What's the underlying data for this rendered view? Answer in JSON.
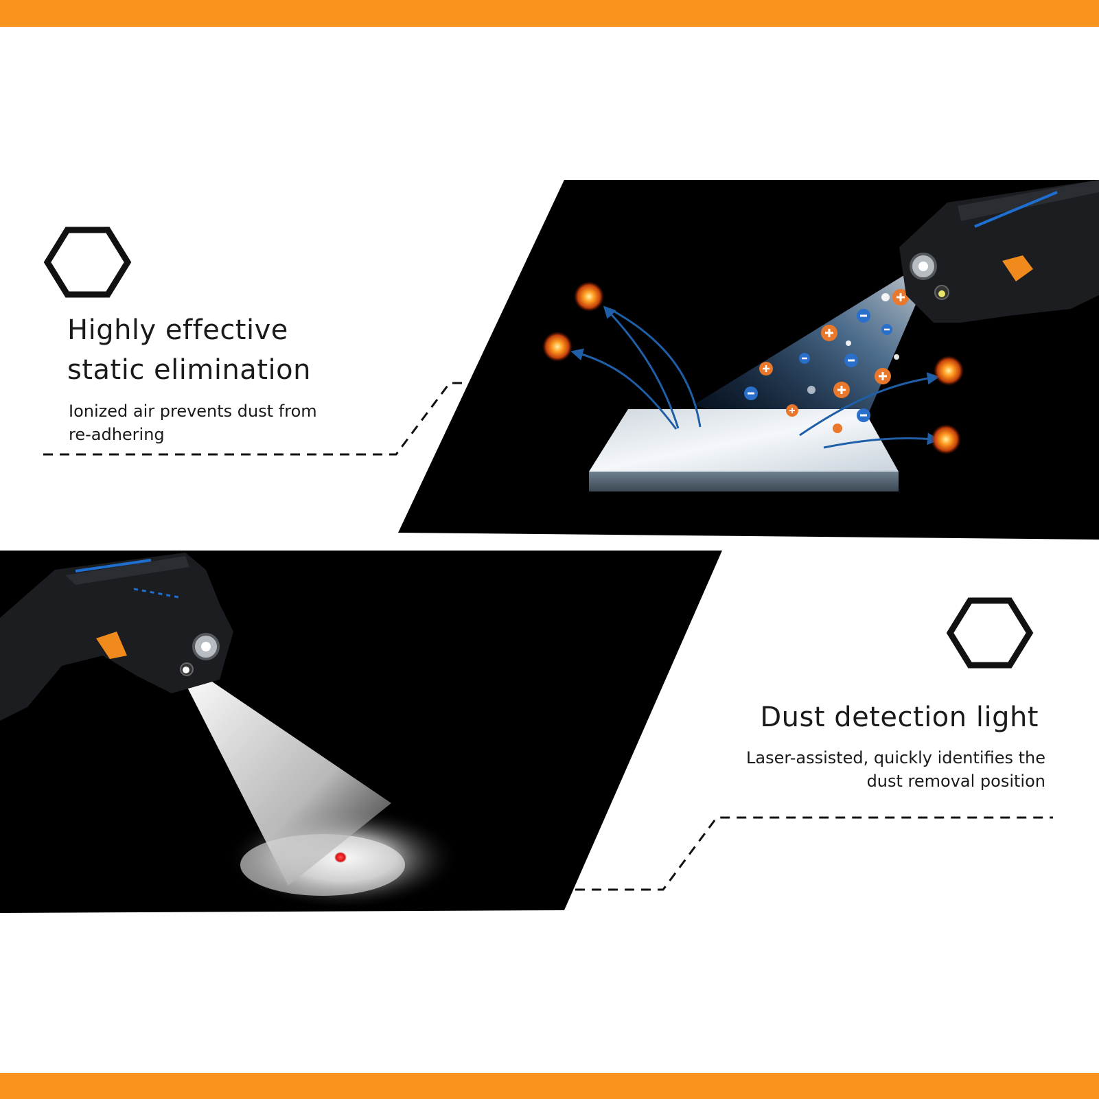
{
  "colors": {
    "accent": "#F7931E",
    "panel": "#000000",
    "text": "#1a1a1a",
    "brand_blue": "#1f6fd1"
  },
  "features": [
    {
      "title": "Highly effective\nstatic elimination",
      "description": "Ionized air prevents dust from\nre-adhering",
      "icon": "hexagon-icon",
      "image": "ion-spray-illustration"
    },
    {
      "title": "Dust detection light",
      "description": "Laser-assisted, quickly identifies the\ndust removal position",
      "icon": "hexagon-icon",
      "image": "dust-light-illustration"
    }
  ]
}
